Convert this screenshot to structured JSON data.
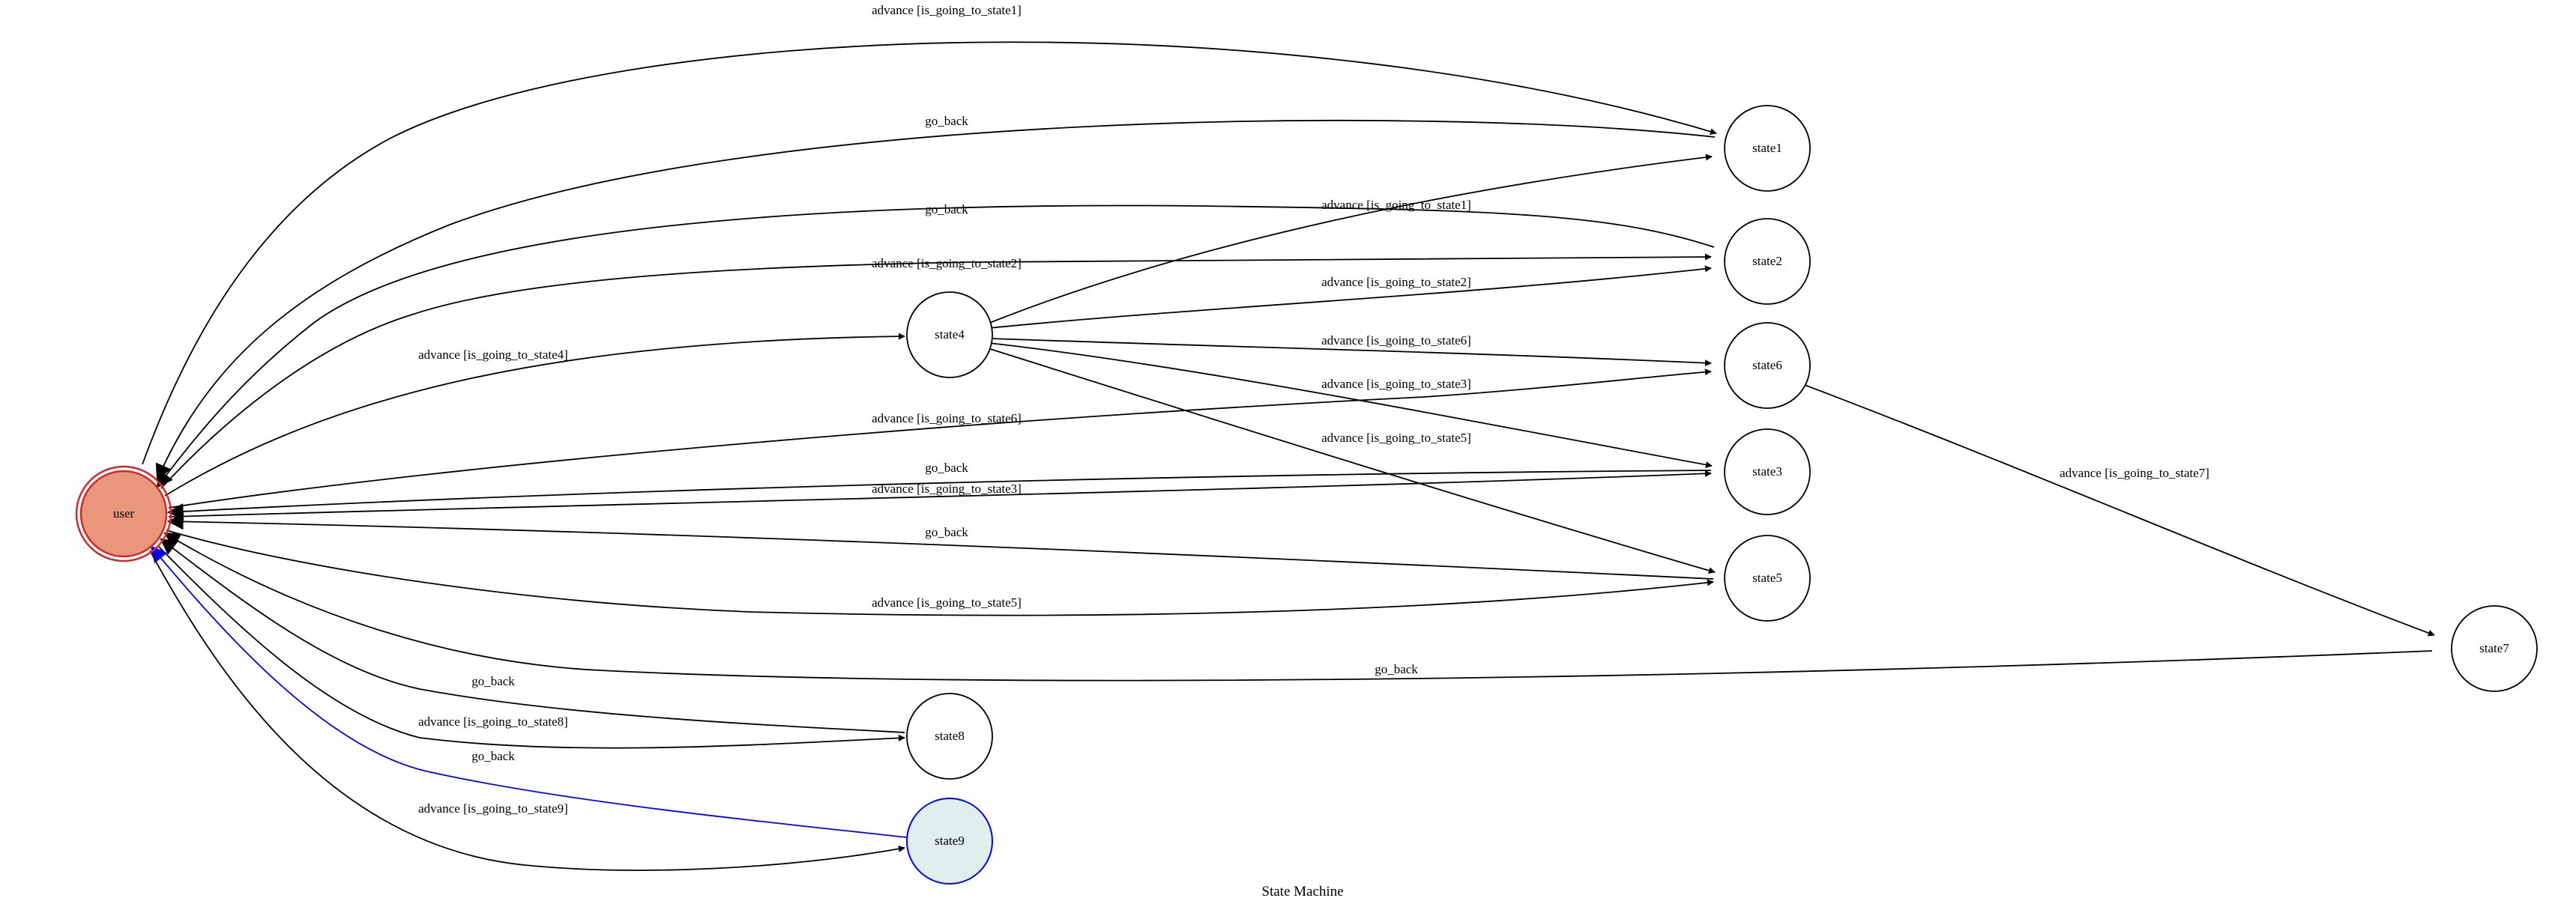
{
  "caption": "State Machine",
  "colors": {
    "user_fill": "#e9967a",
    "user_stroke": "#d62728",
    "state9_fill": "#e0eeee",
    "highlight": "#0000ff",
    "default_stroke": "#000000"
  },
  "nodes": {
    "user": {
      "label": "user"
    },
    "state1": {
      "label": "state1"
    },
    "state2": {
      "label": "state2"
    },
    "state3": {
      "label": "state3"
    },
    "state4": {
      "label": "state4"
    },
    "state5": {
      "label": "state5"
    },
    "state6": {
      "label": "state6"
    },
    "state7": {
      "label": "state7"
    },
    "state8": {
      "label": "state8"
    },
    "state9": {
      "label": "state9"
    }
  },
  "edges": [
    {
      "id": "user-state1",
      "from": "user",
      "to": "state1",
      "label": "advance [is_going_to_state1]"
    },
    {
      "id": "state1-user",
      "from": "state1",
      "to": "user",
      "label": "go_back"
    },
    {
      "id": "state2-user",
      "from": "state2",
      "to": "user",
      "label": "go_back"
    },
    {
      "id": "user-state2",
      "from": "user",
      "to": "state2",
      "label": "advance [is_going_to_state2]"
    },
    {
      "id": "user-state4",
      "from": "user",
      "to": "state4",
      "label": "advance [is_going_to_state4]"
    },
    {
      "id": "state4-state1",
      "from": "state4",
      "to": "state1",
      "label": "advance [is_going_to_state1]"
    },
    {
      "id": "state4-state2",
      "from": "state4",
      "to": "state2",
      "label": "advance [is_going_to_state2]"
    },
    {
      "id": "state4-state6",
      "from": "state4",
      "to": "state6",
      "label": "advance [is_going_to_state6]"
    },
    {
      "id": "state4-state3",
      "from": "state4",
      "to": "state3",
      "label": "advance [is_going_to_state3]"
    },
    {
      "id": "state4-state5",
      "from": "state4",
      "to": "state5",
      "label": "advance [is_going_to_state5]"
    },
    {
      "id": "user-state6",
      "from": "user",
      "to": "state6",
      "label": "advance [is_going_to_state6]"
    },
    {
      "id": "state3-user",
      "from": "state3",
      "to": "user",
      "label": "go_back"
    },
    {
      "id": "user-state3",
      "from": "user",
      "to": "state3",
      "label": "advance [is_going_to_state3]"
    },
    {
      "id": "state5-user",
      "from": "state5",
      "to": "user",
      "label": "go_back"
    },
    {
      "id": "user-state5",
      "from": "user",
      "to": "state5",
      "label": "advance [is_going_to_state5]"
    },
    {
      "id": "state6-state7",
      "from": "state6",
      "to": "state7",
      "label": "advance [is_going_to_state7]"
    },
    {
      "id": "state7-user",
      "from": "state7",
      "to": "user",
      "label": "go_back"
    },
    {
      "id": "state8-user",
      "from": "state8",
      "to": "user",
      "label": "go_back"
    },
    {
      "id": "user-state8",
      "from": "user",
      "to": "state8",
      "label": "advance [is_going_to_state8]"
    },
    {
      "id": "state9-user",
      "from": "state9",
      "to": "user",
      "label": "go_back"
    },
    {
      "id": "user-state9",
      "from": "user",
      "to": "state9",
      "label": "advance [is_going_to_state9]"
    }
  ]
}
